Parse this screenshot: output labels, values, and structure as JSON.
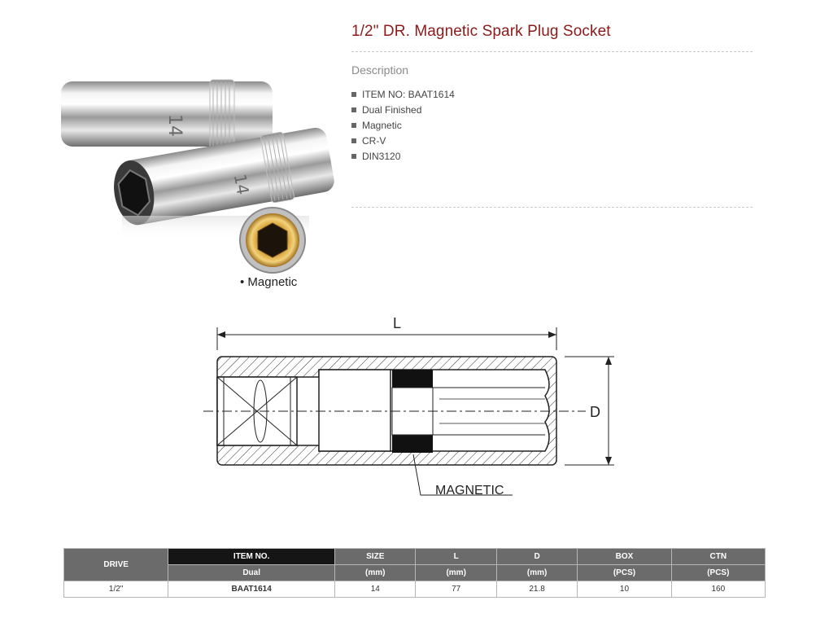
{
  "product": {
    "title": "1/2\" DR. Magnetic Spark Plug Socket",
    "description_heading": "Description",
    "features": [
      "ITEM NO: BAAT1614",
      "Dual Finished",
      "Magnetic",
      "CR-V",
      "DIN3120"
    ],
    "photo_caption": "• Magnetic"
  },
  "drawing": {
    "length_label": "L",
    "diameter_label": "D",
    "magnet_label": "MAGNETIC"
  },
  "spec_table": {
    "headers": {
      "drive": "DRIVE",
      "item_no": "ITEM NO.",
      "finish": "Dual",
      "size": "SIZE",
      "size_unit": "(mm)",
      "l": "L",
      "l_unit": "(mm)",
      "d": "D",
      "d_unit": "(mm)",
      "box": "BOX",
      "box_unit": "(PCS)",
      "ctn": "CTN",
      "ctn_unit": "(PCS)"
    },
    "rows": [
      {
        "drive": "1/2\"",
        "item_no": "BAAT1614",
        "size": "14",
        "l": "77",
        "d": "21.8",
        "box": "10",
        "ctn": "160"
      }
    ]
  },
  "colors": {
    "title": "#8b1a1a",
    "table_header": "#6b6b6b",
    "table_header_dark": "#151515"
  }
}
